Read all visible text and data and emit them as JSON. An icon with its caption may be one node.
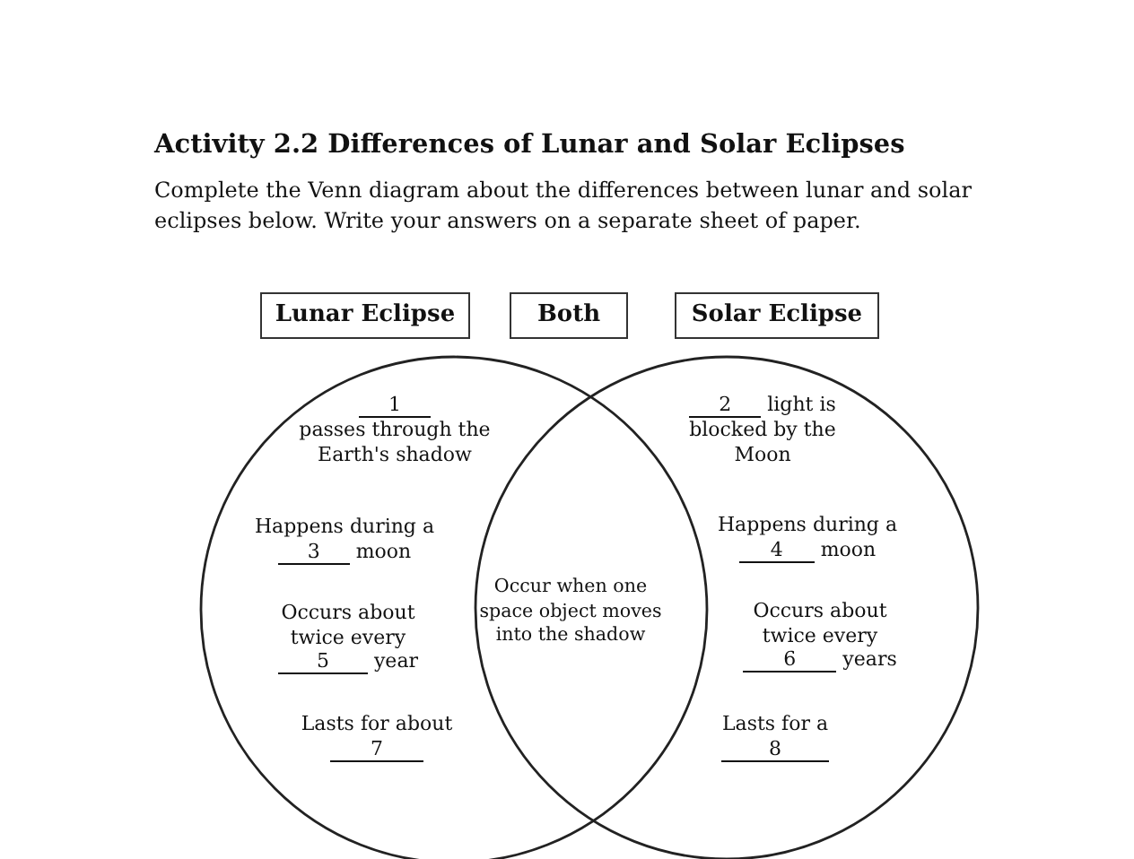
{
  "diagram": {
    "title": "Activity 2.2 Differences of Lunar and Solar Eclipses",
    "caption": "Complete the Venn diagram about the differences between lunar and solar eclipses below. Write your answers on a separate sheet of paper.",
    "nodes": [
      {
        "text": [
          "Lunar Eclipse"
        ]
      },
      {
        "text": [
          "Both"
        ]
      },
      {
        "text": [
          "Solar Eclipse"
        ]
      },
      {
        "text": [],
        "shape": "circle"
      },
      {
        "text": [],
        "shape": "circle"
      }
    ],
    "labels": [
      "1",
      "passes through the Earth's shadow",
      "2",
      "light is blocked by the Moon",
      "Happens during a",
      "3",
      "moon",
      "Happens during a",
      "4",
      "moon",
      "Occurs about twice every",
      "Occur when one space object moves into the shadow",
      "Occurs about twice every",
      "5",
      "year",
      "6",
      "years",
      "Lasts for about",
      "7",
      "Lasts for a",
      "8"
    ]
  }
}
